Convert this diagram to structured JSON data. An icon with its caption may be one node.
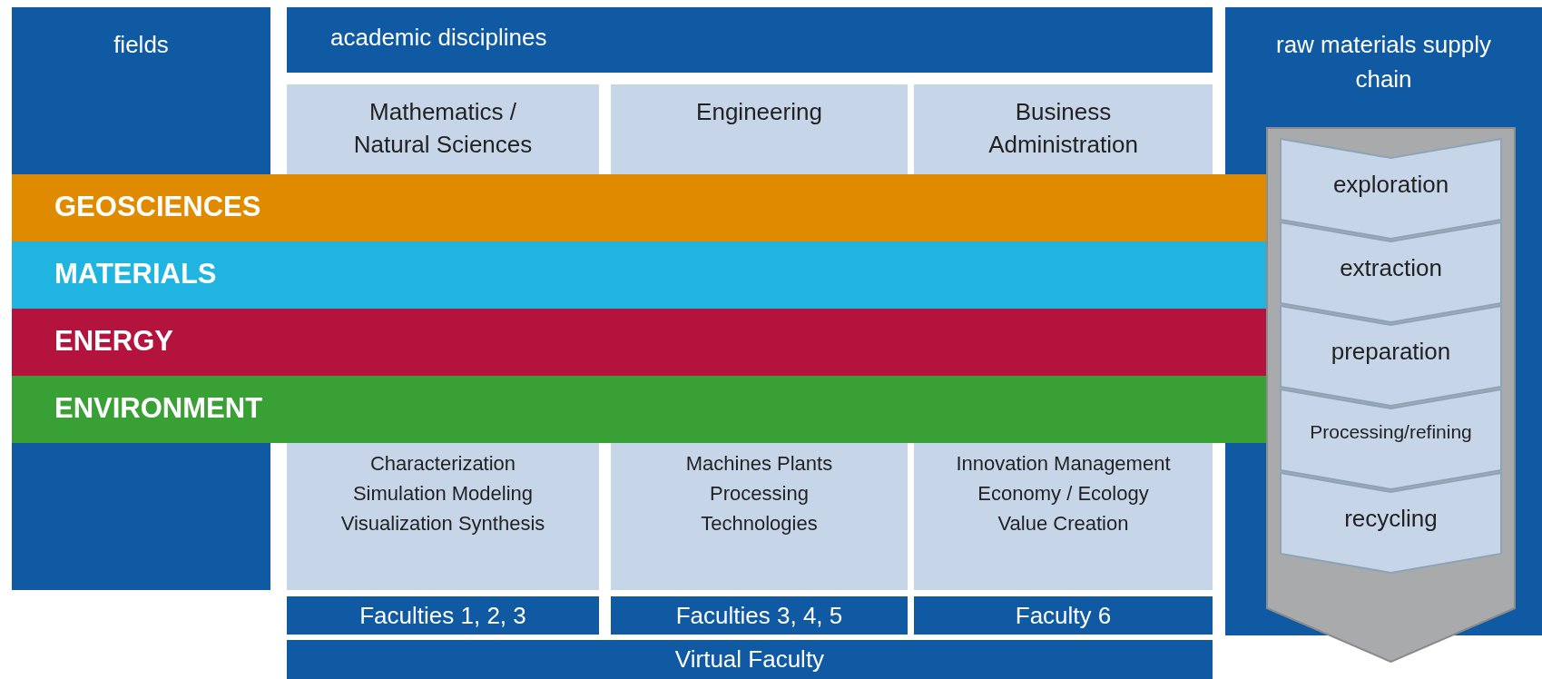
{
  "diagram": {
    "nodes": [
      {
        "text": [
          "fields"
        ]
      },
      {
        "text": [
          "academic disciplines"
        ]
      },
      {
        "text": [
          "Mathematics / Natural Sciences"
        ]
      },
      {
        "text": [
          "Engineering"
        ]
      },
      {
        "text": [
          "Business Administration"
        ]
      },
      {
        "text": [
          "Characterization Simulation Modeling Visualization Synthesis"
        ]
      },
      {
        "text": [
          "Machines Plants Processing Technologies"
        ]
      },
      {
        "text": [
          "Innovation Management Economy / Ecology Value Creation"
        ]
      },
      {
        "text": [
          "raw materials supply chain"
        ]
      },
      {
        "text": [],
        "shape": "arrow",
        "in": 8
      },
      {
        "text": [
          "exploration"
        ],
        "in": 9
      },
      {
        "text": [
          "extraction"
        ],
        "in": 9
      },
      {
        "text": [
          "preparation"
        ],
        "in": 9
      },
      {
        "text": [
          "Processing/refining"
        ],
        "in": 9
      },
      {
        "text": [
          "recycling"
        ],
        "in": 9
      },
      {
        "text": [
          "GEOSCIENCES"
        ]
      },
      {
        "text": [
          "MATERIALS"
        ]
      },
      {
        "text": [
          "ENERGY"
        ]
      },
      {
        "text": [
          "ENVIRONMENT"
        ]
      },
      {
        "text": [
          "Faculties 1, 2, 3"
        ]
      },
      {
        "text": [
          "Faculties 3, 4, 5"
        ]
      },
      {
        "text": [
          "Faculty 6"
        ]
      },
      {
        "text": [
          "Virtual Faculty"
        ]
      }
    ]
  }
}
